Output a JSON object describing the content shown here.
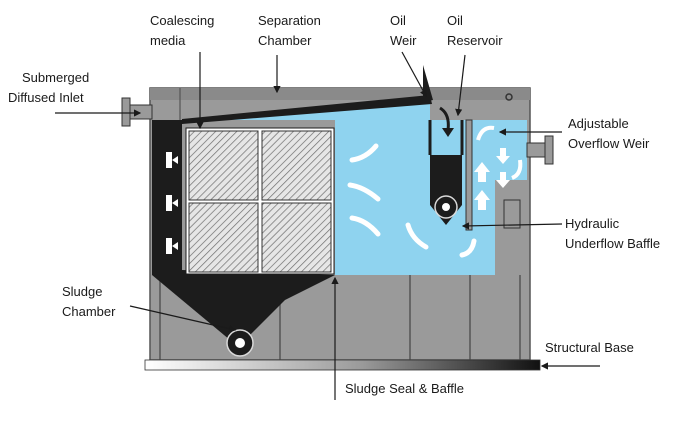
{
  "labels": {
    "coalescing_media": [
      "Coalescing",
      "media"
    ],
    "separation_chamber": [
      "Separation",
      "Chamber"
    ],
    "oil_weir": [
      "Oil",
      "Weir"
    ],
    "oil_reservoir": [
      "Oil",
      "Reservoir"
    ],
    "submerged_inlet": [
      "Submerged",
      "Diffused Inlet"
    ],
    "adjustable_weir": [
      "Adjustable",
      "Overflow Weir"
    ],
    "hydraulic_baffle": [
      "Hydraulic",
      "Underflow Baffle"
    ],
    "sludge_chamber": [
      "Sludge",
      "Chamber"
    ],
    "structural_base": "Structural Base",
    "sludge_seal": "Sludge Seal & Baffle"
  },
  "colors": {
    "water": "#8fd3ef",
    "tank": "#9a9a9a",
    "tank_dark": "#7d7d7d",
    "black": "#1c1c1c",
    "media": "#d9d9d9"
  }
}
